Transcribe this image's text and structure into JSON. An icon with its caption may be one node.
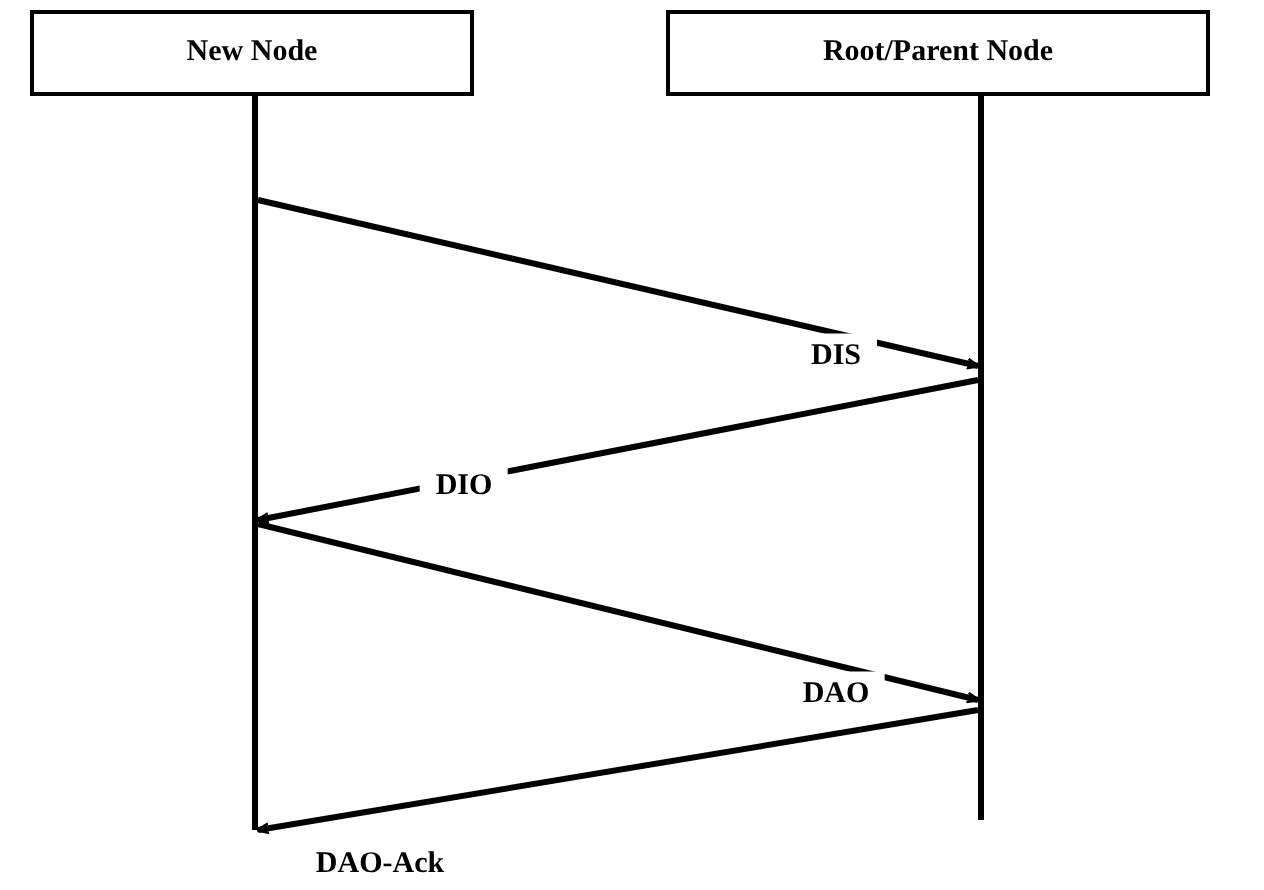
{
  "diagram": {
    "nodes": [
      {
        "text": [
          "New Node"
        ]
      },
      {
        "text": [
          "Root/Parent Node"
        ]
      },
      {
        "text": [],
        "shape": "bar"
      },
      {
        "text": [],
        "shape": "bar"
      }
    ],
    "edges": [
      {
        "from": 2,
        "to": 3,
        "arrow": "to",
        "label": "DIS"
      },
      {
        "from": 3,
        "to": 2,
        "arrow": "to",
        "label": "DIO"
      },
      {
        "from": 2,
        "to": 3,
        "arrow": "to",
        "label": "DAO"
      },
      {
        "from": 3,
        "to": 2,
        "arrow": "to",
        "label": "DAO-Ack"
      }
    ]
  }
}
